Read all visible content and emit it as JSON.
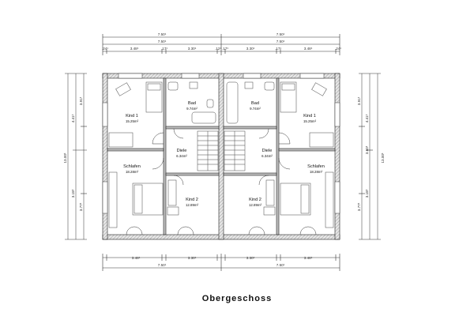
{
  "title": "Obergeschoss",
  "dims": {
    "total_top": [
      "7.50¹",
      "7.50¹"
    ],
    "sub_top": [
      "7.50¹",
      "7.50¹"
    ],
    "segments_top": [
      ".24¹",
      "3.48¹",
      ".17¹",
      "3.30¹",
      ".12¹",
      ".17¹",
      "3.30¹",
      ".17¹",
      "3.48¹",
      ".24¹"
    ],
    "segments_bottom": [
      "3.48¹",
      "3.30¹",
      "3.30¹",
      "3.48¹"
    ],
    "total_bottom": [
      "7.50¹",
      "7.50¹"
    ],
    "left_side": [
      "3.91¹",
      "4.41¹",
      "13.00¹",
      "3.18¹",
      "3.77¹"
    ],
    "right_side": [
      "3.91¹",
      "4.41¹",
      "3.60¹",
      "13.00¹",
      "3.18¹",
      "3.77¹"
    ]
  },
  "rooms": [
    {
      "name": "Kind 1",
      "area": "15.25m²"
    },
    {
      "name": "Bad",
      "area": "9.74m²"
    },
    {
      "name": "Bad",
      "area": "9.74m²"
    },
    {
      "name": "Kind 1",
      "area": "15.25m²"
    },
    {
      "name": "Diele",
      "area": "6.34m²"
    },
    {
      "name": "Diele",
      "area": "6.34m²"
    },
    {
      "name": "Schlafen",
      "area": "18.28m²"
    },
    {
      "name": "Schlafen",
      "area": "18.28m²"
    },
    {
      "name": "Kind 2",
      "area": "12.89m²"
    },
    {
      "name": "Kind 2",
      "area": "12.89m²"
    }
  ]
}
